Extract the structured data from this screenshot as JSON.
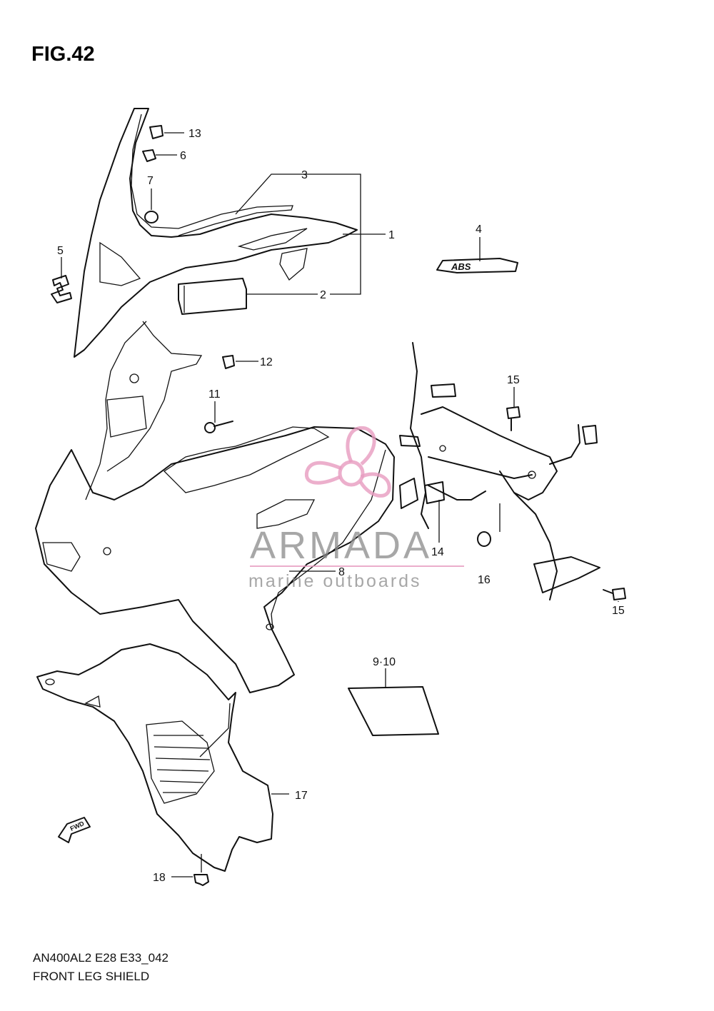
{
  "figure": {
    "title": "FIG.42",
    "model_code": "AN400AL2 E28 E33_042",
    "name": "FRONT LEG SHIELD"
  },
  "callouts": {
    "c1": "1",
    "c2": "2",
    "c3": "3",
    "c4": "4",
    "c5": "5",
    "c6": "6",
    "c7": "7",
    "c8": "8",
    "c9_10": "9·10",
    "c11": "11",
    "c12": "12",
    "c13": "13",
    "c14": "14",
    "c15a": "15",
    "c15b": "15",
    "c16": "16",
    "c17": "17",
    "c18": "18"
  },
  "emblem_text": "ABS",
  "fwd_label": "FWD",
  "watermark": {
    "brand": "ARMADA",
    "tagline": "marine outboards",
    "accent_color": "#e79bbf"
  },
  "icons": [
    "fwd-arrow-icon",
    "armada-propeller-logo-icon"
  ]
}
